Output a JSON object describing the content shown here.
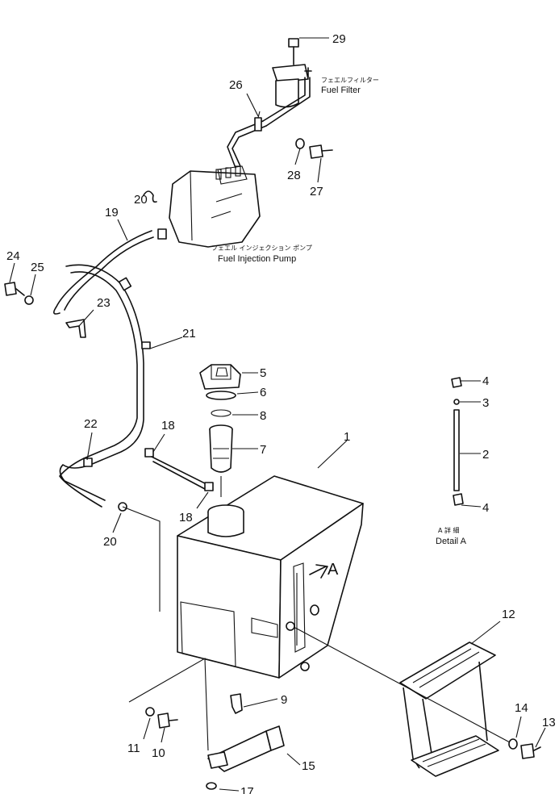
{
  "callouts": {
    "c1": "1",
    "c2": "2",
    "c3": "3",
    "c4a": "4",
    "c4b": "4",
    "c5": "5",
    "c6": "6",
    "c7": "7",
    "c8": "8",
    "c9": "9",
    "c10": "10",
    "c11": "11",
    "c12": "12",
    "c13": "13",
    "c14": "14",
    "c15": "15",
    "c17": "17",
    "c18a": "18",
    "c18b": "18",
    "c19": "19",
    "c20a": "20",
    "c20b": "20",
    "c21": "21",
    "c22": "22",
    "c23": "23",
    "c24": "24",
    "c25": "25",
    "c26": "26",
    "c27": "27",
    "c28": "28",
    "c29": "29"
  },
  "labels": {
    "fuel_filter_jp": "フェエルフィルター",
    "fuel_filter_en": "Fuel Filter",
    "injection_pump_jp": "フェエル インジェクション ポンプ",
    "injection_pump_en": "Fuel Injection Pump",
    "detail_jp": "A 詳 細",
    "detail_en": "Detail A",
    "view_marker": "A"
  }
}
